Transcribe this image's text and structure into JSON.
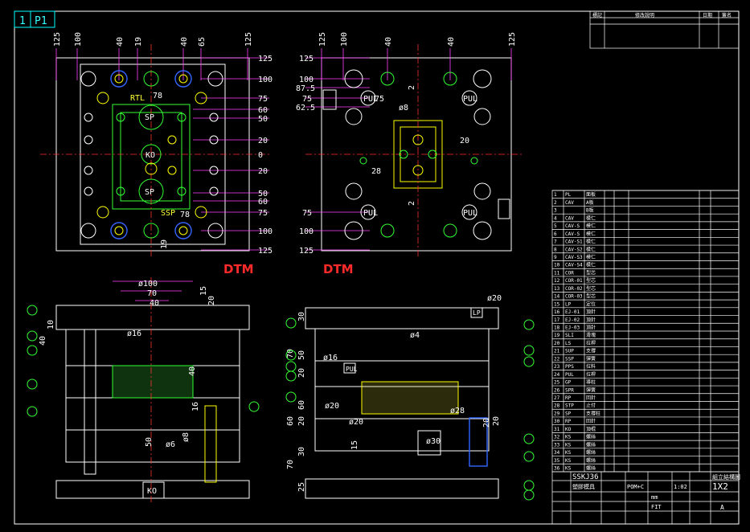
{
  "sheet": {
    "number": "1",
    "page_label": "P1",
    "brand_marks": [
      "DTM",
      "DTM"
    ]
  },
  "colors": {
    "background": "#000000",
    "outline": "#ffffff",
    "dimension": "#ff40ff",
    "centerline": "#ff3030",
    "parts_green": "#33ff33",
    "parts_yellow": "#ffff00",
    "parts_cyan": "#00ffff",
    "accent_red": "#ff2a2a"
  },
  "top_left_view": {
    "top_dims": [
      "125",
      "100",
      "40",
      "19",
      "40",
      "65",
      "125"
    ],
    "right_dims": [
      "125",
      "100",
      "75",
      "60",
      "50",
      "20",
      "0",
      "20",
      "50",
      "60",
      "75",
      "100",
      "125"
    ],
    "labels": [
      "SP",
      "SP",
      "KO",
      "RTL",
      "SSP",
      "78",
      "78",
      "19"
    ]
  },
  "top_right_view": {
    "top_dims": [
      "125",
      "100",
      "40",
      "40",
      "125"
    ],
    "left_dims": [
      "125",
      "100",
      "87.5",
      "75",
      "62.5",
      "75",
      "100",
      "125"
    ],
    "labels": [
      "PUL",
      "PUL",
      "PUL",
      "PUL",
      "75",
      "ø8",
      "20",
      "28",
      "2",
      "2"
    ]
  },
  "bottom_left_view": {
    "dims": [
      "ø100",
      "70",
      "40",
      "15",
      "20",
      "ø16",
      "40",
      "10",
      "16",
      "50",
      "ø8",
      "40",
      "ø6"
    ],
    "labels": [
      "KO"
    ]
  },
  "bottom_right_view": {
    "dims": [
      "ø20",
      "ø4",
      "ø16",
      "ø20",
      "ø20",
      "ø28",
      "ø30",
      "15",
      "30",
      "50",
      "70",
      "20",
      "60",
      "20",
      "60",
      "30",
      "70",
      "25",
      "20",
      "20"
    ],
    "labels": [
      "PUL",
      "LP"
    ]
  },
  "top_title_block": {
    "columns": [
      "標記",
      "修改說明",
      "日期",
      "簽名"
    ]
  },
  "parts_list": {
    "rows": [
      [
        "1",
        "PL",
        "面板"
      ],
      [
        "2",
        "CAV",
        "A板"
      ],
      [
        "3",
        "",
        "B板"
      ],
      [
        "4",
        "CAV",
        "模仁"
      ],
      [
        "5",
        "CAV-S",
        "模仁"
      ],
      [
        "6",
        "CAV-S",
        "模仁"
      ],
      [
        "7",
        "CAV-S1",
        "模仁"
      ],
      [
        "8",
        "CAV-S2",
        "模仁"
      ],
      [
        "9",
        "CAV-S3",
        "模仁"
      ],
      [
        "10",
        "CAV-S4",
        "模仁"
      ],
      [
        "11",
        "COR",
        "型芯"
      ],
      [
        "12",
        "COR-01",
        "型芯"
      ],
      [
        "13",
        "COR-02",
        "型芯"
      ],
      [
        "14",
        "COR-03",
        "型芯"
      ],
      [
        "15",
        "LP",
        "定位"
      ],
      [
        "16",
        "EJ-01",
        "頂針"
      ],
      [
        "17",
        "EJ-02",
        "頂針"
      ],
      [
        "18",
        "EJ-03",
        "頂針"
      ],
      [
        "19",
        "SLI",
        "滑塊"
      ],
      [
        "20",
        "LS",
        "拉桿"
      ],
      [
        "21",
        "SUP",
        "支撐"
      ],
      [
        "22",
        "SSP",
        "彈簧"
      ],
      [
        "23",
        "PPS",
        "拉料"
      ],
      [
        "24",
        "PUL",
        "拉桿"
      ],
      [
        "25",
        "GP",
        "導柱"
      ],
      [
        "26",
        "SPR",
        "彈簧"
      ],
      [
        "27",
        "RP",
        "回針"
      ],
      [
        "28",
        "STP",
        "止付"
      ],
      [
        "29",
        "SP",
        "支撐柱"
      ],
      [
        "30",
        "RP",
        "回針"
      ],
      [
        "31",
        "KO",
        "頂棍"
      ],
      [
        "32",
        "KS",
        "螺絲"
      ],
      [
        "33",
        "KS",
        "螺絲"
      ],
      [
        "34",
        "KS",
        "螺絲"
      ],
      [
        "35",
        "KS",
        "螺絲"
      ],
      [
        "36",
        "KS",
        "螺絲"
      ]
    ]
  },
  "bottom_title_block": {
    "model": "SSKJ36",
    "part_name": "塑膠模具",
    "material": "POM+C",
    "unit": "mm",
    "scale": "1:02",
    "page": "1X2",
    "fit": "FIT",
    "version": "A",
    "header_right": "組立結構圖"
  }
}
